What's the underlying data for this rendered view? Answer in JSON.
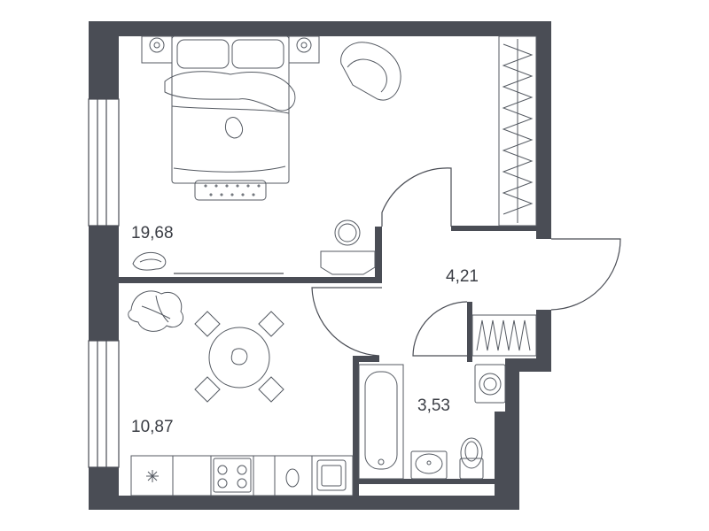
{
  "rooms": [
    {
      "id": "bedroom",
      "area": "19,68"
    },
    {
      "id": "hallway",
      "area": "4,21"
    },
    {
      "id": "bathroom",
      "area": "3,53"
    },
    {
      "id": "kitchen",
      "area": "10,87"
    }
  ],
  "colors": {
    "wall": "#4a4d55",
    "furniture": "#555a62",
    "background": "#ffffff"
  }
}
